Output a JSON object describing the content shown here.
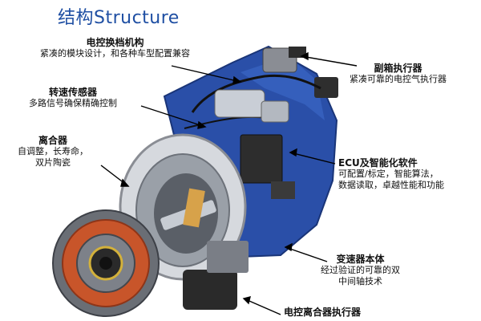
{
  "title": "结构Structure",
  "labels": {
    "shift_mech": {
      "title": "电控换档机构",
      "desc": "紧凑的模块设计，和各种车型配置兼容"
    },
    "speed_sensor": {
      "title": "转速传感器",
      "desc": "多路信号确保精确控制"
    },
    "clutch": {
      "title": "离合器",
      "desc": [
        "自调整，长寿命，",
        "双片陶瓷"
      ]
    },
    "range_actuator": {
      "title": "副箱执行器",
      "desc": "紧凑可靠的电控气执行器"
    },
    "ecu": {
      "title": "ECU及智能化软件",
      "desc": [
        "可配置/标定，智能算法，",
        "数据读取，卓越性能和功能"
      ]
    },
    "gearbox_body": {
      "title": "变速器本体",
      "desc": [
        "经过验证的可靠的双",
        "中间轴技术"
      ]
    },
    "clutch_actuator": {
      "title": "电控离合器执行器"
    }
  },
  "colors": {
    "title": "#1f4fa3",
    "housing": "#2a4fa8",
    "clutch_orange": "#c8552a",
    "steel": "#b9bec6"
  }
}
